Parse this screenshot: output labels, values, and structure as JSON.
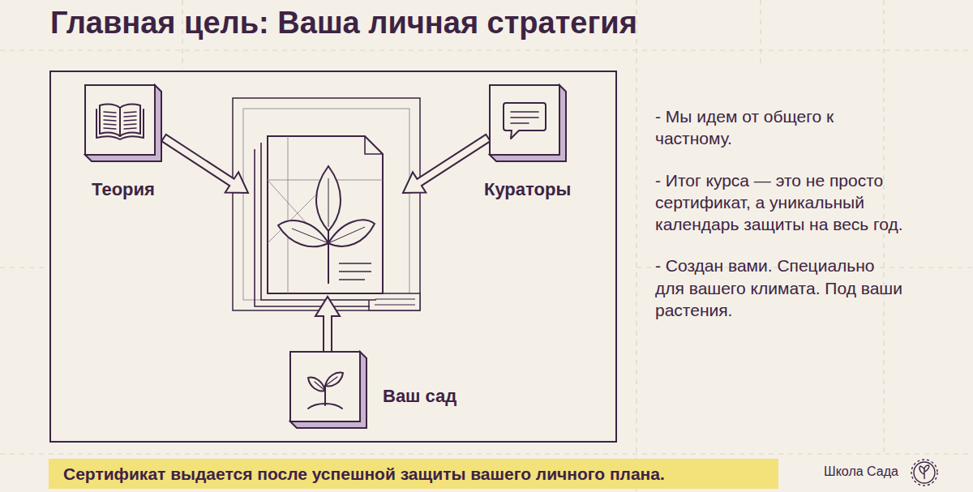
{
  "diagram": {
    "title": "Главная цель: Ваша личная стратегия",
    "nodes": [
      {
        "text": [
          "Теория"
        ]
      },
      {
        "text": [
          "Кураторы"
        ]
      },
      {
        "text": [
          "Ваш сад"
        ]
      },
      {
        "text": [
          "Сертификат выдается после успешной защиты вашего личного плана."
        ]
      }
    ],
    "labels": [
      "- Мы идем от общего к частному.",
      "- Итог курса — это не просто сертификат, а уникальный календарь защиты на весь год.",
      "- Создан вами. Специально для вашего климата. Под ваши растения.",
      "Школа Сада"
    ]
  }
}
